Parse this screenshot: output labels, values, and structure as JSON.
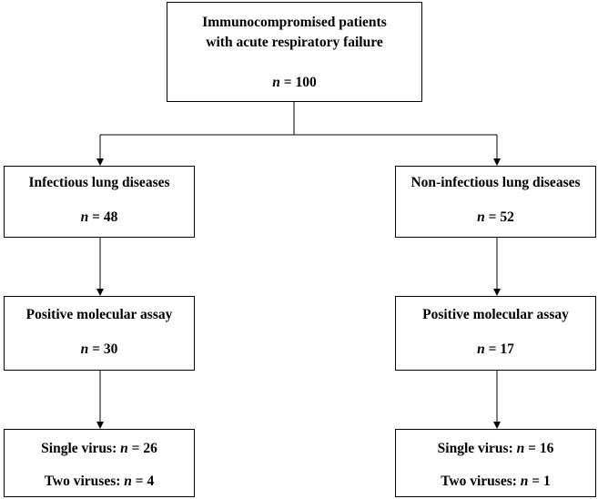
{
  "root": {
    "line1": "Immunocompromised patients",
    "line2": "with acute respiratory failure",
    "n_symbol": "n",
    "n_value": "= 100"
  },
  "left": {
    "category": {
      "title": "Infectious lung diseases",
      "n_symbol": "n",
      "n_value": "= 48"
    },
    "assay": {
      "title": "Positive molecular assay",
      "n_symbol": "n",
      "n_value": "= 30"
    },
    "viruses": {
      "single_label": "Single virus:",
      "single_n_symbol": "n",
      "single_value": "= 26",
      "two_label": "Two viruses:",
      "two_n_symbol": "n",
      "two_value": "= 4"
    }
  },
  "right": {
    "category": {
      "title": "Non-infectious lung diseases",
      "n_symbol": "n",
      "n_value": "= 52"
    },
    "assay": {
      "title": "Positive molecular assay",
      "n_symbol": "n",
      "n_value": "= 17"
    },
    "viruses": {
      "single_label": "Single virus:",
      "single_n_symbol": "n",
      "single_value": "= 16",
      "two_label": "Two viruses:",
      "two_n_symbol": "n",
      "two_value": "= 1"
    }
  }
}
